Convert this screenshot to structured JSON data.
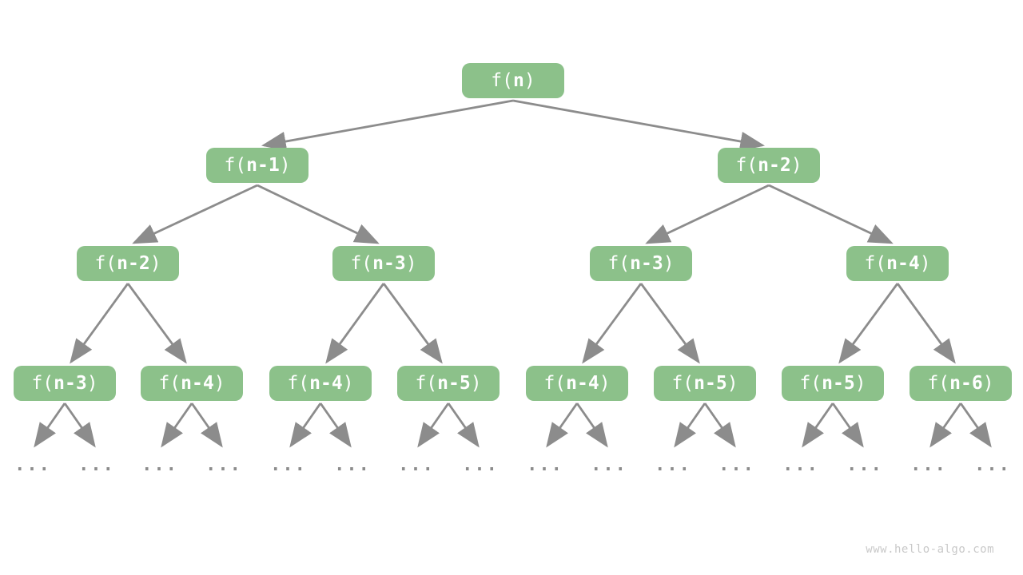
{
  "diagram": {
    "description": "recursion-tree",
    "node_format": {
      "prefix": "f(",
      "suffix": ")"
    },
    "nodes": [
      {
        "id": "root",
        "level": 1,
        "arg": "n"
      },
      {
        "id": "l2-0",
        "level": 2,
        "arg": "n-1"
      },
      {
        "id": "l2-1",
        "level": 2,
        "arg": "n-2"
      },
      {
        "id": "l3-0",
        "level": 3,
        "arg": "n-2"
      },
      {
        "id": "l3-1",
        "level": 3,
        "arg": "n-3"
      },
      {
        "id": "l3-2",
        "level": 3,
        "arg": "n-3"
      },
      {
        "id": "l3-3",
        "level": 3,
        "arg": "n-4"
      },
      {
        "id": "l4-0",
        "level": 4,
        "arg": "n-3"
      },
      {
        "id": "l4-1",
        "level": 4,
        "arg": "n-4"
      },
      {
        "id": "l4-2",
        "level": 4,
        "arg": "n-4"
      },
      {
        "id": "l4-3",
        "level": 4,
        "arg": "n-5"
      },
      {
        "id": "l4-4",
        "level": 4,
        "arg": "n-4"
      },
      {
        "id": "l4-5",
        "level": 4,
        "arg": "n-5"
      },
      {
        "id": "l4-6",
        "level": 4,
        "arg": "n-5"
      },
      {
        "id": "l4-7",
        "level": 4,
        "arg": "n-6"
      }
    ],
    "ellipsis_label": "...",
    "watermark": "www.hello-algo.com"
  },
  "colors": {
    "node_green": "#8cc18a",
    "arrow_gray": "#8c8c8c",
    "node_text": "#ffffff",
    "watermark_gray": "#c9c9c9",
    "background": "#ffffff"
  }
}
